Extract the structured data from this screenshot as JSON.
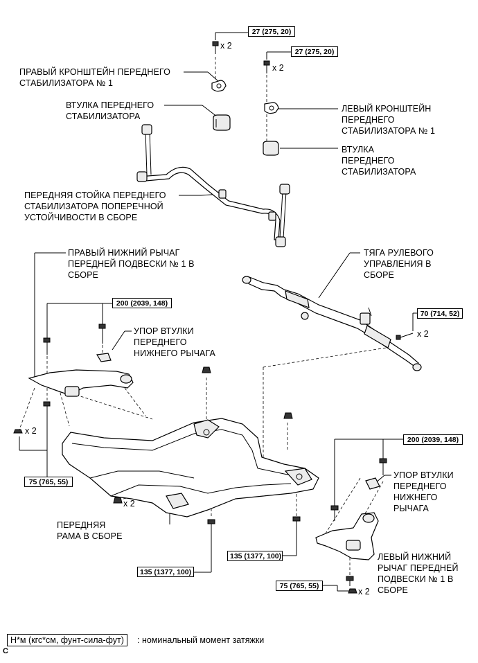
{
  "labels": {
    "right_bracket": "ПРАВЫЙ КРОНШТЕЙН ПЕРЕДНЕГО\nСТАБИЛИЗАТОРА № 1",
    "right_bushing": "ВТУЛКА ПЕРЕДНЕГО\nСТАБИЛИЗАТОРА",
    "left_bracket": "ЛЕВЫЙ КРОНШТЕЙН\nПЕРЕДНЕГО\nСТАБИЛИЗАТОРА № 1",
    "left_bushing": "ВТУЛКА\nПЕРЕДНЕГО\nСТАБИЛИЗАТОРА",
    "stabilizer_bar": "ПЕРЕДНЯЯ СТОЙКА ПЕРЕДНЕГО\nСТАБИЛИЗАТОРА ПОПЕРЕЧНОЙ\nУСТОЙЧИВОСТИ В СБОРЕ",
    "right_lower_arm": "ПРАВЫЙ НИЖНИЙ РЫЧАГ\nПЕРЕДНЕЙ ПОДВЕСКИ № 1 В\nСБОРЕ",
    "steering_link": "ТЯГА РУЛЕВОГО\nУПРАВЛЕНИЯ В\nСБОРЕ",
    "arm_stopper_right": "УПОР ВТУЛКИ\nПЕРЕДНЕГО\nНИЖНЕГО РЫЧАГА",
    "arm_stopper_left": "УПОР ВТУЛКИ\nПЕРЕДНЕГО\nНИЖНЕГО\nРЫЧАГА",
    "front_frame": "ПЕРЕДНЯЯ\nРАМА В СБОРЕ",
    "left_lower_arm": "ЛЕВЫЙ НИЖНИЙ\nРЫЧАГ ПЕРЕДНЕЙ\nПОДВЕСКИ № 1 В\nСБОРЕ"
  },
  "torques": {
    "t27a": "27 (275, 20)",
    "t27b": "27 (275, 20)",
    "t200a": "200 (2039, 148)",
    "t70": "70 (714, 52)",
    "t200b": "200 (2039, 148)",
    "t75a": "75 (765, 55)",
    "t135a": "135 (1377, 100)",
    "t135b": "135 (1377, 100)",
    "t75b": "75 (765, 55)"
  },
  "multipliers": {
    "m1": "x 2",
    "m2": "x 2",
    "m3": "x 2",
    "m4": "x 2",
    "m5": "x 2",
    "m6": "x 2"
  },
  "legend": {
    "unit": "Н*м (кгс*см, фунт-сила-фут)",
    "description": ": номинальный момент затяжки"
  },
  "corner_mark": "C"
}
